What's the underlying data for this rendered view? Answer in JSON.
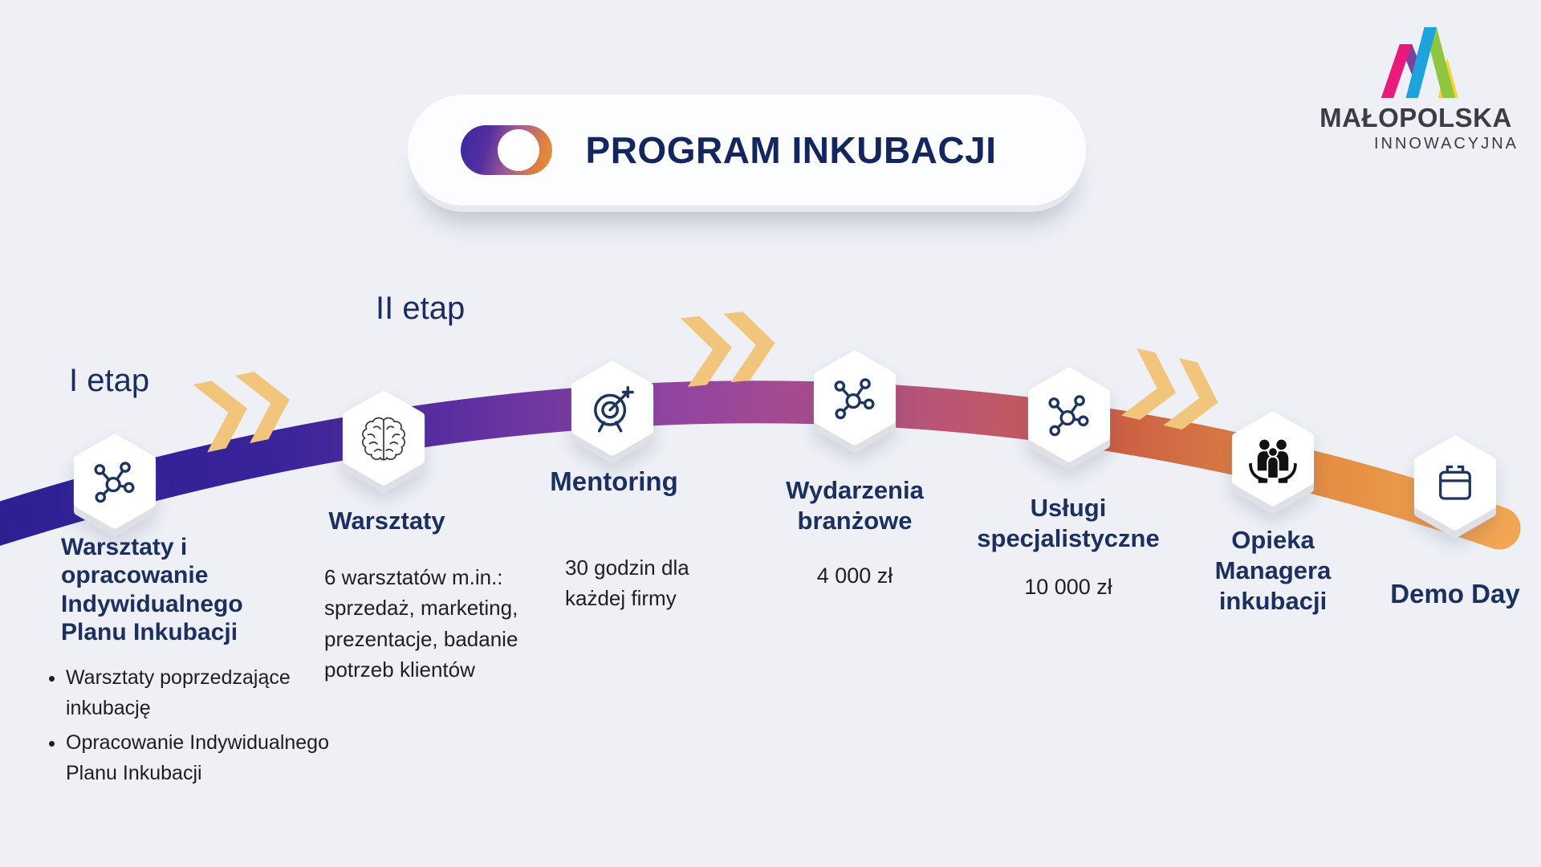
{
  "header": {
    "title": "PROGRAM INKUBACJI"
  },
  "logo": {
    "line1": "MAŁOPOLSKA",
    "line2": "INNOWACYJNA"
  },
  "stages": [
    {
      "label": "I etap"
    },
    {
      "label": "II etap"
    }
  ],
  "items": [
    {
      "title": "Warsztaty i opracowanie Indywidualnego Planu Inkubacji",
      "icon": "network-icon",
      "bullets": [
        "Warsztaty poprzedzające inkubację",
        "Opracowanie Indywidualnego Planu Inkubacji"
      ]
    },
    {
      "title": "Warsztaty",
      "icon": "brain-icon",
      "description": "6 warsztatów m.in.: sprzedaż, marketing, prezentacje, badanie potrzeb klientów"
    },
    {
      "title": "Mentoring",
      "icon": "target-icon",
      "description": "30 godzin dla każdej firmy"
    },
    {
      "title": "Wydarzenia branżowe",
      "icon": "network-icon",
      "description": "4 000 zł"
    },
    {
      "title": "Usługi specjalistyczne",
      "icon": "network-icon",
      "description": "10 000 zł"
    },
    {
      "title": "Opieka Managera inkubacji",
      "icon": "team-care-icon"
    },
    {
      "title": "Demo Day",
      "icon": "calendar-icon"
    }
  ],
  "colors": {
    "background": "#eef0f6",
    "navy_text": "#1c3060",
    "band_gradient": [
      "#2a2092",
      "#3a239a",
      "#5c2f9f",
      "#8f44a2",
      "#a84b8e",
      "#bc5670",
      "#cb5f45",
      "#e28c41",
      "#f2a653"
    ],
    "chevron": "#f1c67c",
    "toggle_gradient": [
      "#3b28a0",
      "#a05b95",
      "#e8923a"
    ],
    "logo_m": [
      "#E91A7B",
      "#7D4199",
      "#1FA3DC",
      "#8DC63F",
      "#FFD02F"
    ]
  }
}
